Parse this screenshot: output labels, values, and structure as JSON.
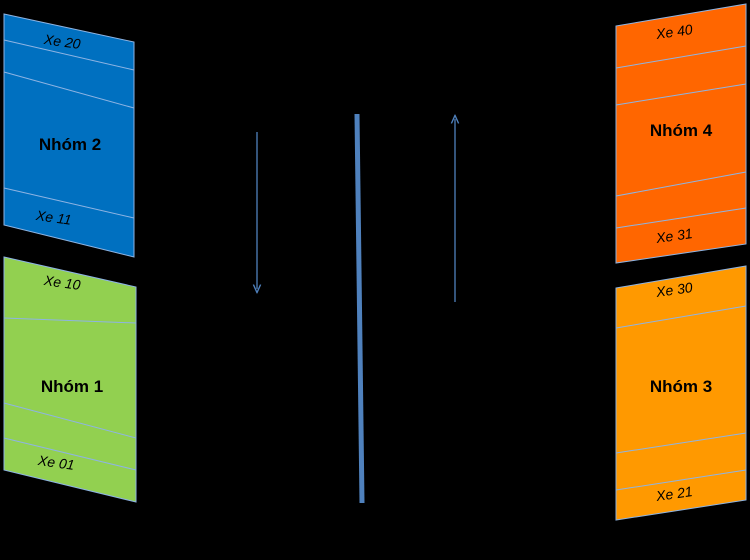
{
  "groups": [
    {
      "label": "Nhóm 2",
      "top_car": "Xe 20",
      "bottom_car": "Xe 11",
      "color": "#0070C0"
    },
    {
      "label": "Nhóm 1",
      "top_car": "Xe 10",
      "bottom_car": "Xe 01",
      "color": "#92D050"
    },
    {
      "label": "Nhóm 4",
      "top_car": "Xe 40",
      "bottom_car": "Xe 31",
      "color": "#FF6600"
    },
    {
      "label": "Nhóm 3",
      "top_car": "Xe 30",
      "bottom_car": "Xe 21",
      "color": "#FF9900"
    }
  ],
  "colors": {
    "background": "#000000",
    "divider": "#4F81BD",
    "arrow": "#4F81BD",
    "stripe": "#8EB4E3"
  },
  "arrows": [
    {
      "direction": "down"
    },
    {
      "direction": "up"
    }
  ]
}
